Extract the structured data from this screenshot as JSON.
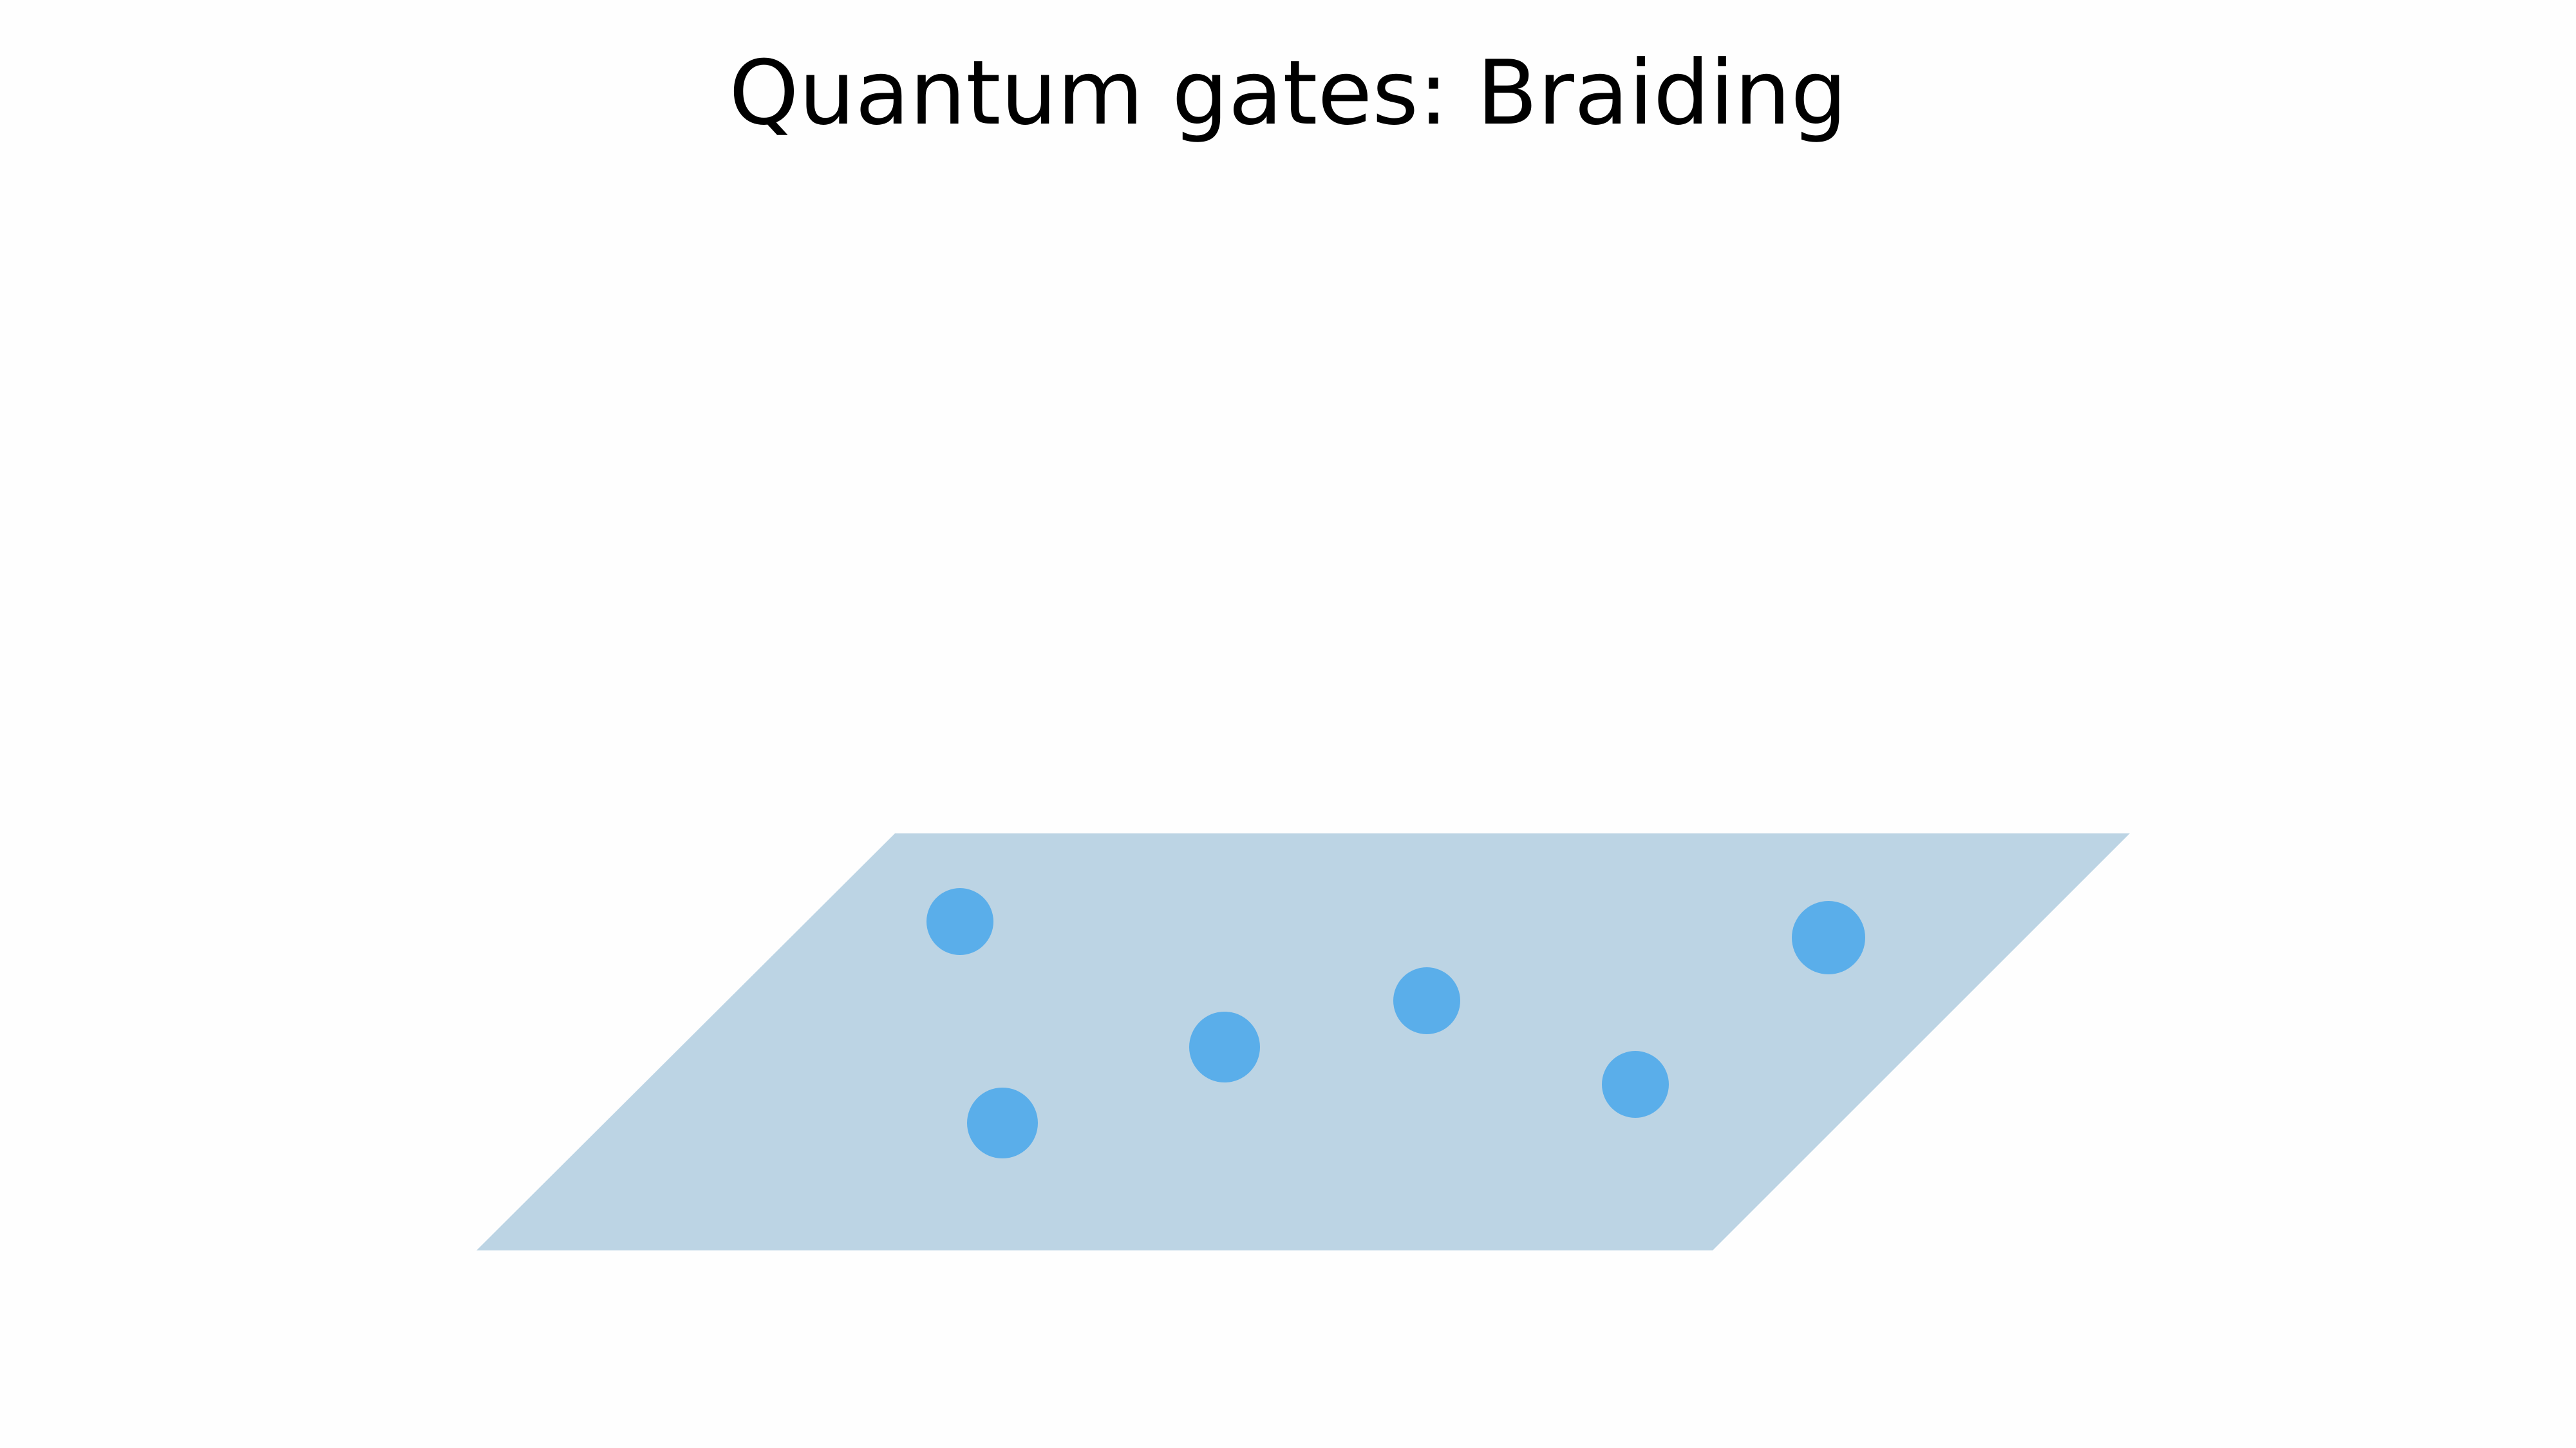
{
  "slide": {
    "title": "Quantum gates: Braiding"
  },
  "colors": {
    "background": "#fefefe",
    "plane": "#bcd4e4",
    "particle": "#5aaeea",
    "text": "#000000"
  },
  "particles": [
    {
      "id": "a"
    },
    {
      "id": "b"
    },
    {
      "id": "c"
    },
    {
      "id": "d"
    },
    {
      "id": "e"
    },
    {
      "id": "f"
    }
  ]
}
